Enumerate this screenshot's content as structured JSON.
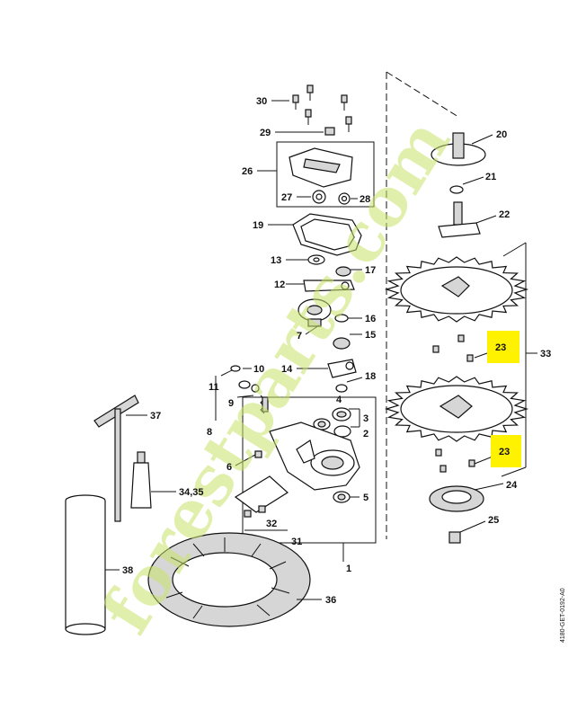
{
  "diagram": {
    "callouts": [
      "1",
      "2",
      "3",
      "4",
      "5",
      "6",
      "7",
      "8",
      "9",
      "10",
      "11",
      "12",
      "13",
      "14",
      "15",
      "16",
      "17",
      "18",
      "19",
      "20",
      "21",
      "22",
      "23",
      "23",
      "24",
      "25",
      "26",
      "27",
      "28",
      "29",
      "30",
      "31",
      "32",
      "33",
      "34,35",
      "36",
      "37",
      "38"
    ],
    "highlight_color": "#fff200",
    "watermark": "forestparts.com",
    "drawing_code": "4180-GET-0192-A0"
  }
}
